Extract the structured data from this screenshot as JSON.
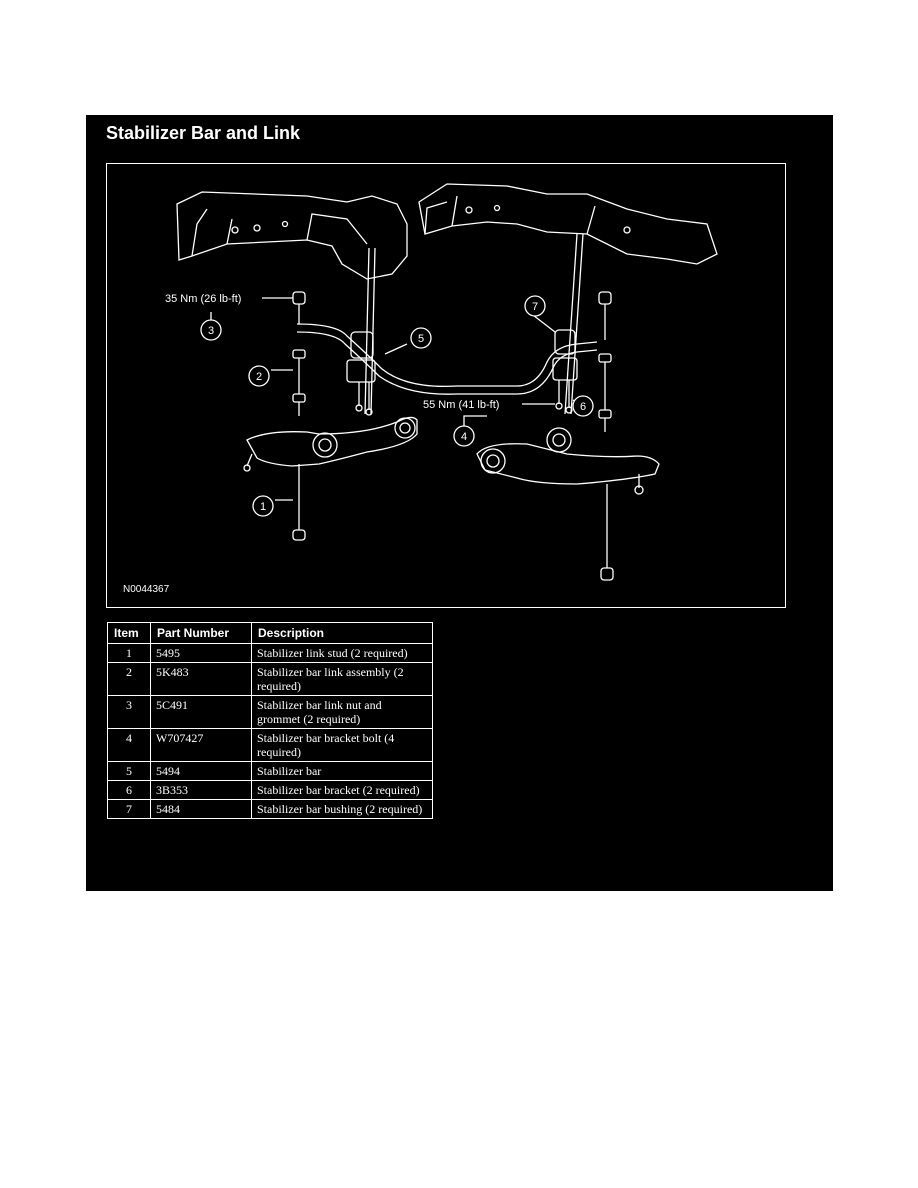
{
  "title": "Stabilizer Bar and Link",
  "figure": {
    "id": "N0044367",
    "torque_labels": {
      "link_nut": "35 Nm (26 lb-ft)",
      "bracket_bolt": "55 Nm (41 lb-ft)"
    },
    "callouts": [
      "1",
      "2",
      "3",
      "4",
      "5",
      "6",
      "7"
    ]
  },
  "table": {
    "headers": [
      "Item",
      "Part Number",
      "Description"
    ],
    "rows": [
      {
        "item": "1",
        "part": "5495",
        "desc": "Stabilizer link stud (2 required)"
      },
      {
        "item": "2",
        "part": "5K483",
        "desc": "Stabilizer bar link assembly (2 required)"
      },
      {
        "item": "3",
        "part": "5C491",
        "desc": "Stabilizer bar link nut and grommet (2 required)"
      },
      {
        "item": "4",
        "part": "W707427",
        "desc": "Stabilizer bar bracket bolt (4 required)"
      },
      {
        "item": "5",
        "part": "5494",
        "desc": "Stabilizer bar"
      },
      {
        "item": "6",
        "part": "3B353",
        "desc": "Stabilizer bar bracket (2 required)"
      },
      {
        "item": "7",
        "part": "5484",
        "desc": "Stabilizer bar bushing (2 required)"
      }
    ]
  }
}
